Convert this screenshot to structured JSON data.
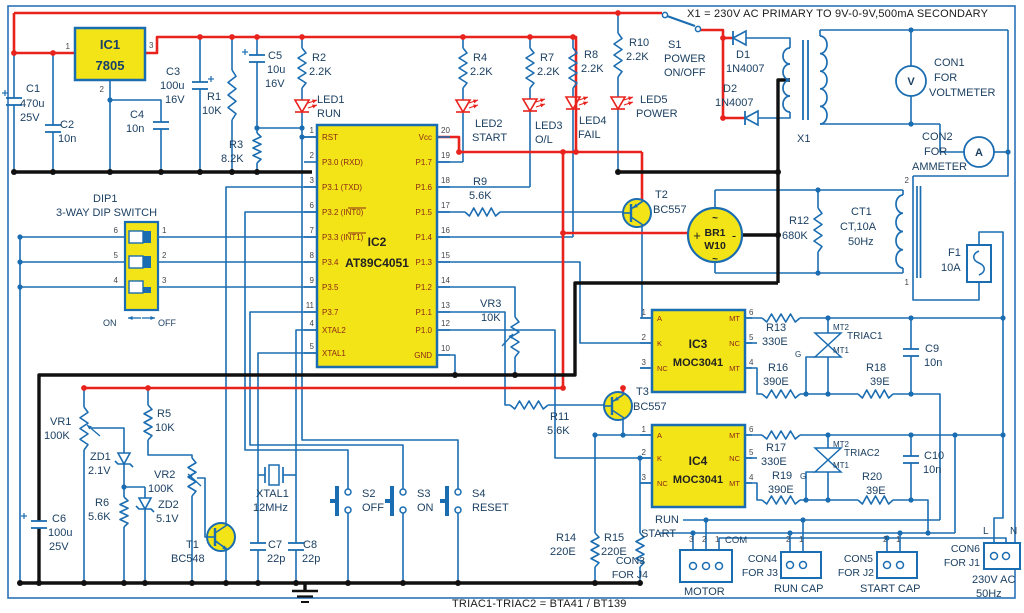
{
  "notes": {
    "top": "X1 = 230V AC PRIMARY TO 9V-0-9V,500mA SECONDARY",
    "bottom": "TRIAC1-TRIAC2 = BTA41 / BT139"
  },
  "res": {
    "R1": [
      "R1",
      "10K"
    ],
    "R2": [
      "R2",
      "2.2K"
    ],
    "R3": [
      "R3",
      "8.2K"
    ],
    "R4": [
      "R4",
      "2.2K"
    ],
    "R5": [
      "R5",
      "10K"
    ],
    "R6": [
      "R6",
      "5.6K"
    ],
    "R7": [
      "R7",
      "2.2K"
    ],
    "R8": [
      "R8",
      "2.2K"
    ],
    "R9": [
      "R9",
      "5.6K"
    ],
    "R10": [
      "R10",
      "2.2K"
    ],
    "R11": [
      "R11",
      "5.6K"
    ],
    "R12": [
      "R12",
      "680K"
    ],
    "R13": [
      "R13",
      "330E"
    ],
    "R14": [
      "R14",
      "220E"
    ],
    "R15": [
      "R15",
      "220E"
    ],
    "R16": [
      "R16",
      "390E"
    ],
    "R17": [
      "R17",
      "330E"
    ],
    "R18": [
      "R18",
      "39E"
    ],
    "R19": [
      "R19",
      "390E"
    ],
    "R20": [
      "R20",
      "39E"
    ]
  },
  "cap": {
    "C1": [
      "C1",
      "470u",
      "25V"
    ],
    "C2": [
      "C2",
      "10n"
    ],
    "C3": [
      "C3",
      "100u",
      "16V"
    ],
    "C4": [
      "C4",
      "10n"
    ],
    "C5": [
      "C5",
      "10u",
      "16V"
    ],
    "C6": [
      "C6",
      "100u",
      "25V"
    ],
    "C7": [
      "C7",
      "22p"
    ],
    "C8": [
      "C8",
      "22p"
    ],
    "C9": [
      "C9",
      "10n"
    ],
    "C10": [
      "C10",
      "10n"
    ]
  },
  "pot": {
    "VR1": [
      "VR1",
      "100K"
    ],
    "VR2": [
      "VR2",
      "100K"
    ],
    "VR3": [
      "VR3",
      "10K"
    ]
  },
  "zd": {
    "ZD1": [
      "ZD1",
      "2.1V"
    ],
    "ZD2": [
      "ZD2",
      "5.1V"
    ]
  },
  "dio": {
    "D1": [
      "D1",
      "1N4007"
    ],
    "D2": [
      "D2",
      "1N4007"
    ]
  },
  "tr": {
    "T1": [
      "T1",
      "BC548"
    ],
    "T2": [
      "T2",
      "BC557"
    ],
    "T3": [
      "T3",
      "BC557"
    ]
  },
  "led": {
    "LED1": [
      "LED1",
      "RUN"
    ],
    "LED2": [
      "LED2",
      "START"
    ],
    "LED3": [
      "LED3",
      "O/L"
    ],
    "LED4": [
      "LED4",
      "FAIL"
    ],
    "LED5": [
      "LED5",
      "POWER"
    ]
  },
  "sw": {
    "S1": [
      "S1",
      "POWER",
      "ON/OFF"
    ],
    "S2": [
      "S2",
      "OFF"
    ],
    "S3": [
      "S3",
      "ON"
    ],
    "S4": [
      "S4",
      "RESET"
    ]
  },
  "dip": {
    "ref": "DIP1",
    "desc": "3-WAY DIP SWITCH",
    "on": "ON",
    "off": "OFF",
    "left": [
      "6",
      "5",
      "4"
    ],
    "right": [
      "1",
      "2",
      "3"
    ]
  },
  "ic1": {
    "ref": "IC1",
    "part": "7805",
    "p1": "1",
    "p2": "2",
    "p3": "3"
  },
  "ic2": {
    "ref": "IC2",
    "part": "AT89C4051",
    "left": [
      [
        "1",
        "RST"
      ],
      [
        "2",
        "P3.0 (RXD)"
      ],
      [
        "3",
        "P3.1 (TXD)"
      ],
      [
        "6",
        "P3.2 (INT0)"
      ],
      [
        "7",
        "P3.3 (INT1)"
      ],
      [
        "8",
        "P3.4"
      ],
      [
        "9",
        "P3.5"
      ],
      [
        "11",
        "P3.7"
      ],
      [
        "4",
        "XTAL2"
      ],
      [
        "5",
        "XTAL1"
      ]
    ],
    "right": [
      [
        "20",
        "Vcc"
      ],
      [
        "19",
        "P1.7"
      ],
      [
        "18",
        "P1.6"
      ],
      [
        "17",
        "P1.5"
      ],
      [
        "16",
        "P1.4"
      ],
      [
        "15",
        "P1.3"
      ],
      [
        "14",
        "P1.2"
      ],
      [
        "13",
        "P1.1"
      ],
      [
        "12",
        "P1.0"
      ],
      [
        "10",
        "GND"
      ]
    ]
  },
  "ic3": {
    "ref": "IC3",
    "part": "MOC3041",
    "lnum": [
      "1",
      "2",
      "3"
    ],
    "lpin": [
      "A",
      "K",
      "NC"
    ],
    "rnum": [
      "6",
      "5",
      "4"
    ],
    "rpin": [
      "MT",
      "NC",
      "MT"
    ]
  },
  "ic4": {
    "ref": "IC4",
    "part": "MOC3041",
    "lnum": [
      "1",
      "2",
      "3"
    ],
    "lpin": [
      "A",
      "K",
      "NC"
    ],
    "rnum": [
      "6",
      "5",
      "4"
    ],
    "rpin": [
      "MT",
      "NC",
      "MT"
    ]
  },
  "triac": {
    "t1": "TRIAC1",
    "t2": "TRIAC2",
    "mt2": "MT2",
    "mt1": "MT1",
    "g": "G"
  },
  "xfmr": {
    "ref": "X1"
  },
  "br": {
    "ref": "BR1",
    "part": "W10",
    "plus": "+",
    "minus": "-",
    "ac": "~"
  },
  "ct": {
    "ref": "CT1",
    "l2": "CT,10A",
    "l3": "50Hz",
    "p2": "2",
    "p1": "1"
  },
  "fuse": [
    "F1",
    "10A"
  ],
  "met": {
    "v": "V",
    "a": "A",
    "con1": [
      "CON1",
      "FOR",
      "VOLTMETER"
    ],
    "con2": [
      "CON2",
      "FOR",
      "AMMETER"
    ]
  },
  "con": {
    "c3": [
      "CON3",
      "FOR J4",
      "MOTOR",
      "3",
      "2",
      "1",
      "COM"
    ],
    "c4": [
      "CON4",
      "FOR J3",
      "RUN CAP",
      "2",
      "1"
    ],
    "c5": [
      "CON5",
      "FOR J2",
      "START CAP",
      "2",
      "1"
    ],
    "c6": [
      "CON6",
      "FOR J1",
      "230V AC",
      "50Hz",
      "L",
      "N"
    ]
  },
  "net": {
    "run": "RUN",
    "start": "START"
  },
  "xtal": [
    "XTAL1",
    "12MHz"
  ],
  "colors": {
    "wire": "#1b6db2",
    "power": "#e8231d",
    "ground": "#101010",
    "fill": "#f3e417",
    "label": "#1c4062",
    "pin": "#44474d",
    "ic_text": "#8a2717",
    "frame": "#2b72b8"
  }
}
